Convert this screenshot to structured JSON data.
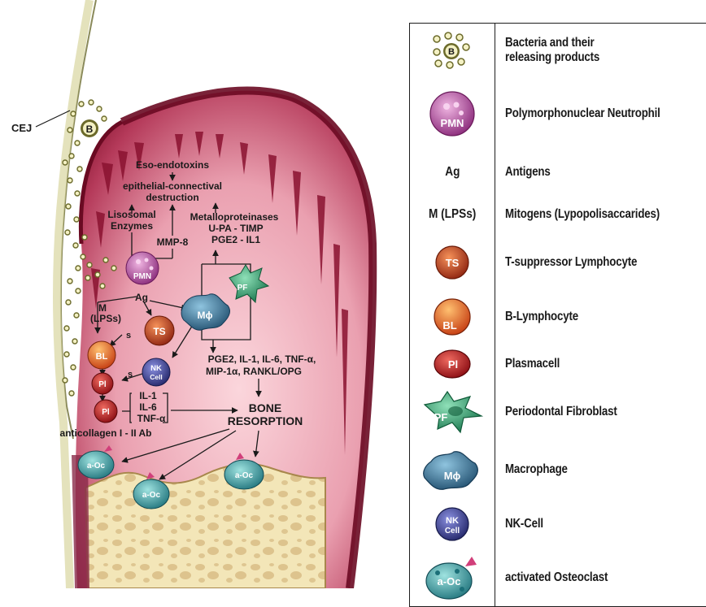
{
  "diagram": {
    "cej_label": "CEJ",
    "bacteria_badge": "B",
    "eso_endotoxins": "Eso-endotoxins",
    "destruction_line1": "epithelial-connectival",
    "destruction_line2": "destruction",
    "lisosomal_line1": "Lisosomal",
    "lisosomal_line2": "Enzymes",
    "mmp8": "MMP-8",
    "metallo_line1": "Metalloproteinases",
    "metallo_line2": "U-PA - TIMP",
    "metallo_line3": "PGE2 - IL1",
    "pmn_cell": "PMN",
    "ag_label": "Ag",
    "m_label": "M",
    "lpss_label": "(LPSs)",
    "ts_cell": "TS",
    "pf_cell": "PF",
    "mphi_cell": "Mϕ",
    "s_label_1": "s",
    "s_label_2": "s",
    "bl_cell": "BL",
    "nk_cell_line1": "NK",
    "nk_cell_line2": "Cell",
    "pl_cell": "Pl",
    "cytokines_line1": "PGE2, IL-1, IL-6, TNF-α,",
    "cytokines_line2": "MIP-1α, RANKL/OPG",
    "il1": "IL-1",
    "il6": "IL-6",
    "tnfa": "TNF-α",
    "bone_line1": "BONE",
    "bone_line2": "RESORPTION",
    "anticollagen": "anticollagen I - II Ab",
    "aoc_cell": "a-Oc"
  },
  "legend": {
    "rows": [
      {
        "icon": "bacteria-icon",
        "label": "Bacteria and their\nreleasing products",
        "badge": "B"
      },
      {
        "icon": "pmn-icon",
        "label": "Polymorphonuclear Neutrophil",
        "badge": "PMN"
      },
      {
        "icon": "text",
        "label": "Antigens",
        "badge": "Ag"
      },
      {
        "icon": "text",
        "label": "Mitogens (Lypopolisaccarides)",
        "badge": "M (LPSs)"
      },
      {
        "icon": "ts-icon",
        "label": "T-suppressor Lymphocyte",
        "badge": "TS"
      },
      {
        "icon": "bl-icon",
        "label": "B-Lymphocyte",
        "badge": "BL"
      },
      {
        "icon": "pl-icon",
        "label": "Plasmacell",
        "badge": "Pl"
      },
      {
        "icon": "pf-icon",
        "label": "Periodontal Fibroblast",
        "badge": "PF"
      },
      {
        "icon": "mphi-icon",
        "label": "Macrophage",
        "badge": "Mϕ"
      },
      {
        "icon": "nk-icon",
        "label": "NK-Cell",
        "badge": "NK Cell"
      },
      {
        "icon": "aoc-icon",
        "label": "activated Osteoclast",
        "badge": "a-Oc"
      }
    ]
  },
  "colors": {
    "gingiva_dark": "#8a1230",
    "gingiva_light": "#f4b8c4",
    "bone": "#f3e6b8",
    "pmn": "#b0449a",
    "ts": "#c9421c",
    "bl": "#e35a1a",
    "pl": "#b5171d",
    "pf": "#2c9a6a",
    "mphi": "#2e6f95",
    "nk": "#3a3f9a",
    "aoc": "#3aa7a6"
  }
}
